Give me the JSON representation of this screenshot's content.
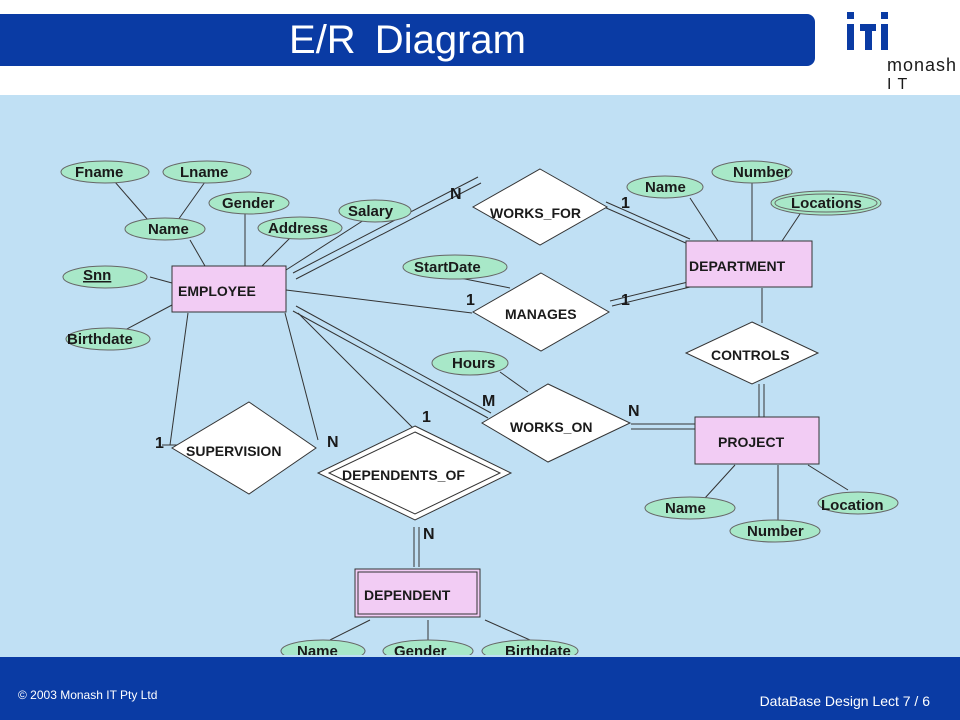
{
  "slide": {
    "title": "E/R  Diagram",
    "logo_sub1": "monash",
    "logo_sub2": "IT",
    "copyright": "© 2003 Monash IT Pty Ltd",
    "slide_ref": "DataBase Design Lect 7 / 6"
  },
  "colors": {
    "title_bar": "#0a3ba4",
    "background": "#c0e0f4",
    "attribute_fill": "#a8e8c8",
    "entity_fill": "#f2ccf4",
    "relationship_fill": "#ffffff"
  },
  "entities": {
    "employee": "EMPLOYEE",
    "department": "DEPARTMENT",
    "project": "PROJECT",
    "dependent": "DEPENDENT"
  },
  "relationships": {
    "works_for": "WORKS_FOR",
    "manages": "MANAGES",
    "works_on": "WORKS_ON",
    "controls": "CONTROLS",
    "supervision": "SUPERVISION",
    "dependents_of": "DEPENDENTS_OF"
  },
  "attributes": {
    "fname": "Fname",
    "lname": "Lname",
    "emp_name": "Name",
    "gender": "Gender",
    "address": "Address",
    "salary": "Salary",
    "snn": "Snn",
    "birthdate": "Birthdate",
    "start_date": "StartDate",
    "hours": "Hours",
    "dept_name": "Name",
    "dept_number": "Number",
    "locations": "Locations",
    "proj_name": "Name",
    "proj_number": "Number",
    "location": "Location",
    "dep_name": "Name",
    "dep_gender": "Gender",
    "dep_birthdate": "Birthdate"
  },
  "cardinalities": {
    "works_for_emp": "N",
    "works_for_dept": "1",
    "manages_emp": "1",
    "manages_dept": "1",
    "works_on_emp": "M",
    "works_on_proj": "N",
    "supervision_left": "1",
    "supervision_right": "N",
    "dependents_of_emp": "1",
    "dependents_of_dep": "N"
  }
}
